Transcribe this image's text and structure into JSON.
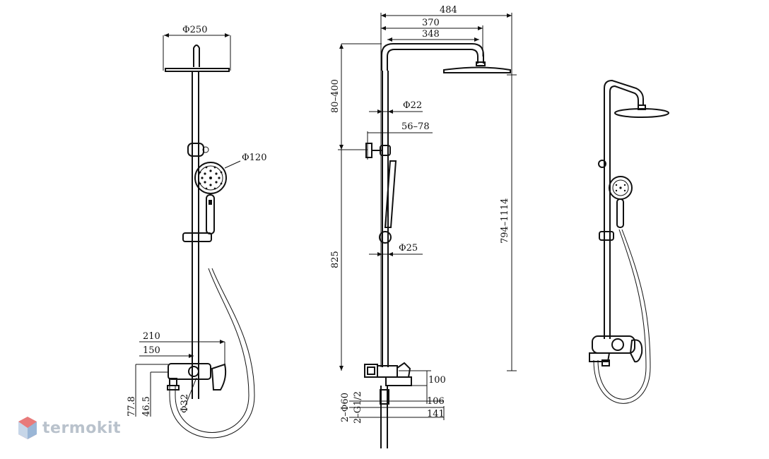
{
  "front_view": {
    "head_dia": "Φ250",
    "hand_dia": "Φ120",
    "mixer_width": "210",
    "spout_width": "150",
    "height_outer": "77.8",
    "height_inner": "46.5",
    "body_dia": "Φ32"
  },
  "side_view": {
    "total_width": "484",
    "arm_outer": "370",
    "arm_inner": "348",
    "head_offset": "80–400",
    "pipe_top_dia": "Φ22",
    "holder_range": "56–78",
    "rail_height": "825",
    "pipe_dia": "Φ25",
    "total_height": "794–1114",
    "mixer_height": "100",
    "inlet_dia": "2–Φ60",
    "inlet_thread": "2–G1/2",
    "spout_depth": "106",
    "spout_reach": "141"
  },
  "logo": {
    "text": "termokit",
    "accent": "#e87a7a",
    "secondary": "#9ab6d6"
  }
}
